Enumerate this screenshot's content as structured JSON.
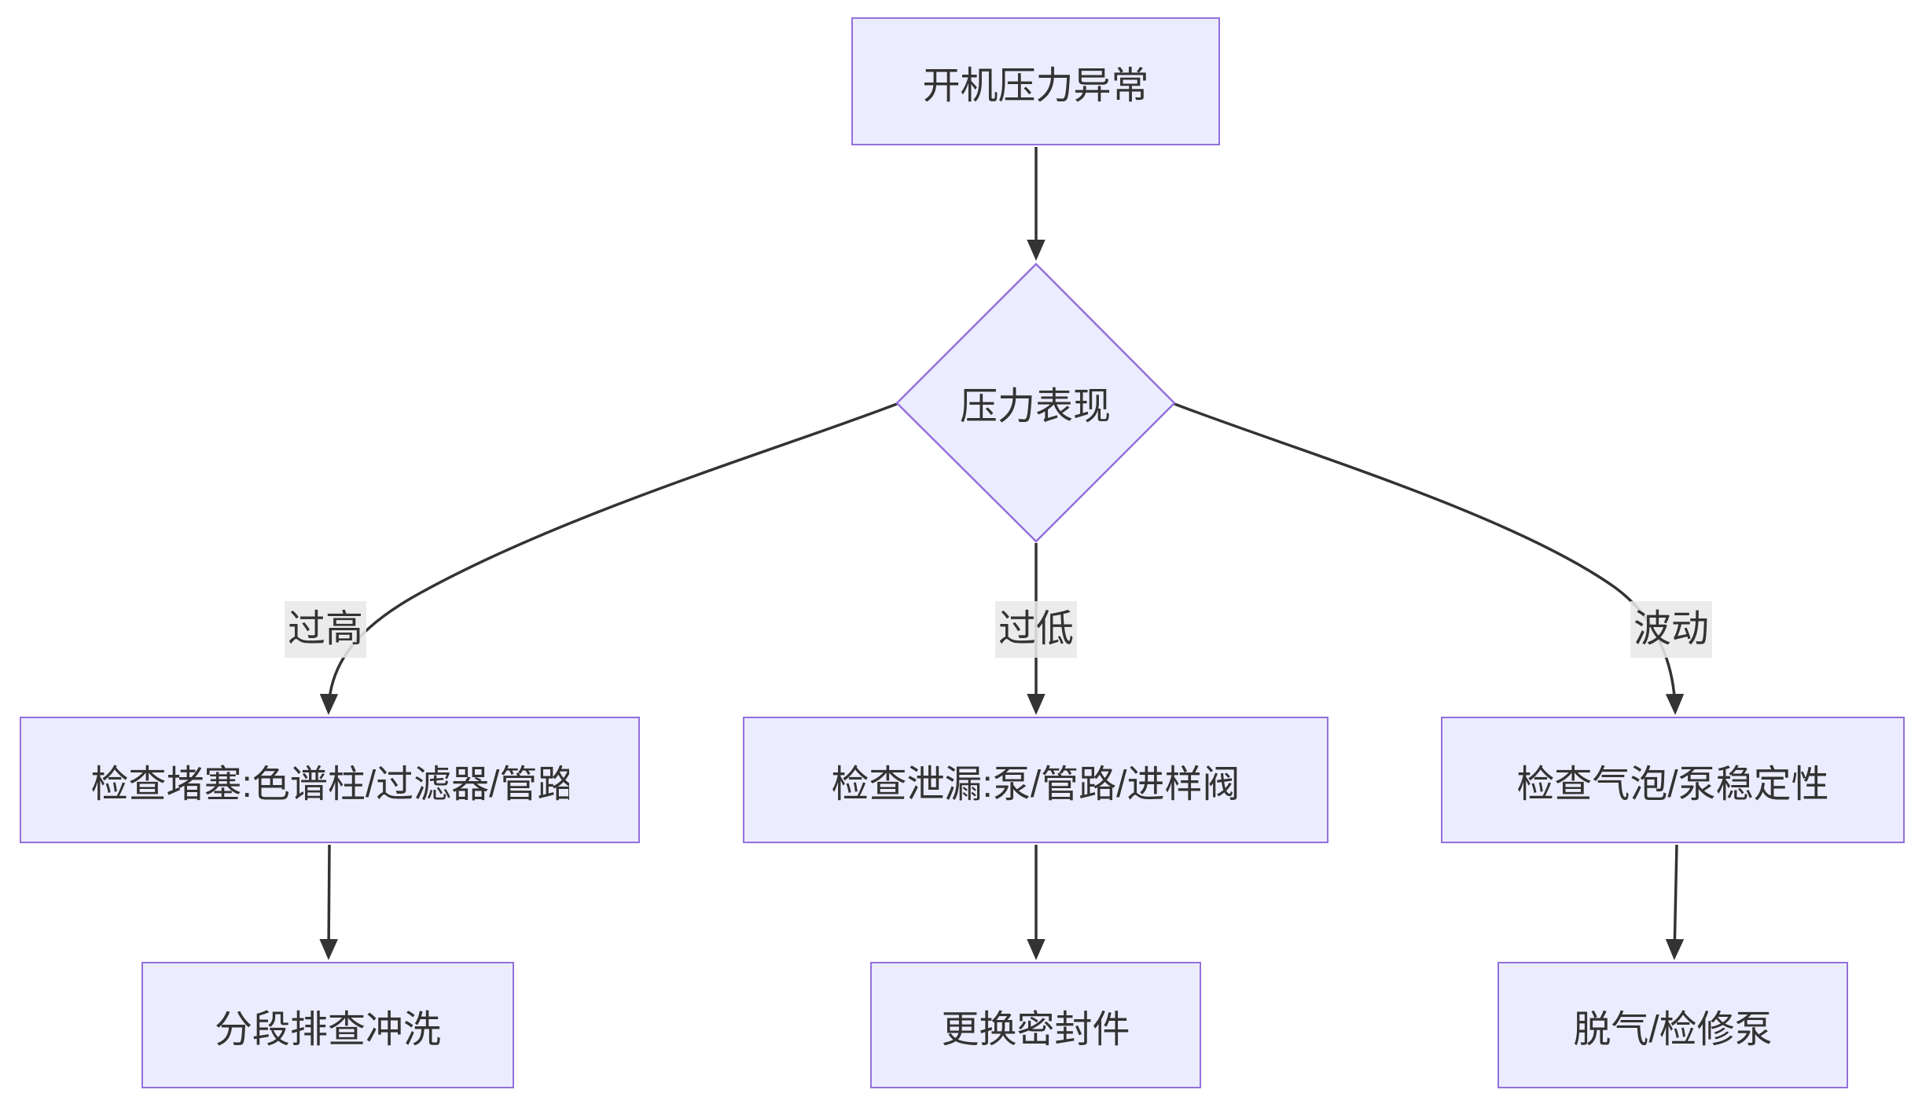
{
  "flowchart": {
    "nodes": {
      "start": {
        "label": "开机压力异常"
      },
      "decision": {
        "label": "压力表现"
      },
      "check_high": {
        "label": "检查堵塞:色谱柱/过滤器/管路"
      },
      "check_low": {
        "label": "检查泄漏:泵/管路/进样阀"
      },
      "check_fluctuation": {
        "label": "检查气泡/泵稳定性"
      },
      "action_high": {
        "label": "分段排查冲洗"
      },
      "action_low": {
        "label": "更换密封件"
      },
      "action_fluctuation": {
        "label": "脱气/检修泵"
      }
    },
    "edge_labels": {
      "high": "过高",
      "low": "过低",
      "fluctuation": "波动"
    },
    "colors": {
      "node_fill": "#ECECFF",
      "node_border": "#9370DB",
      "edge": "#333333",
      "text": "#333333",
      "edge_label_bg": "#e8e8e8",
      "background": "#ffffff"
    }
  }
}
